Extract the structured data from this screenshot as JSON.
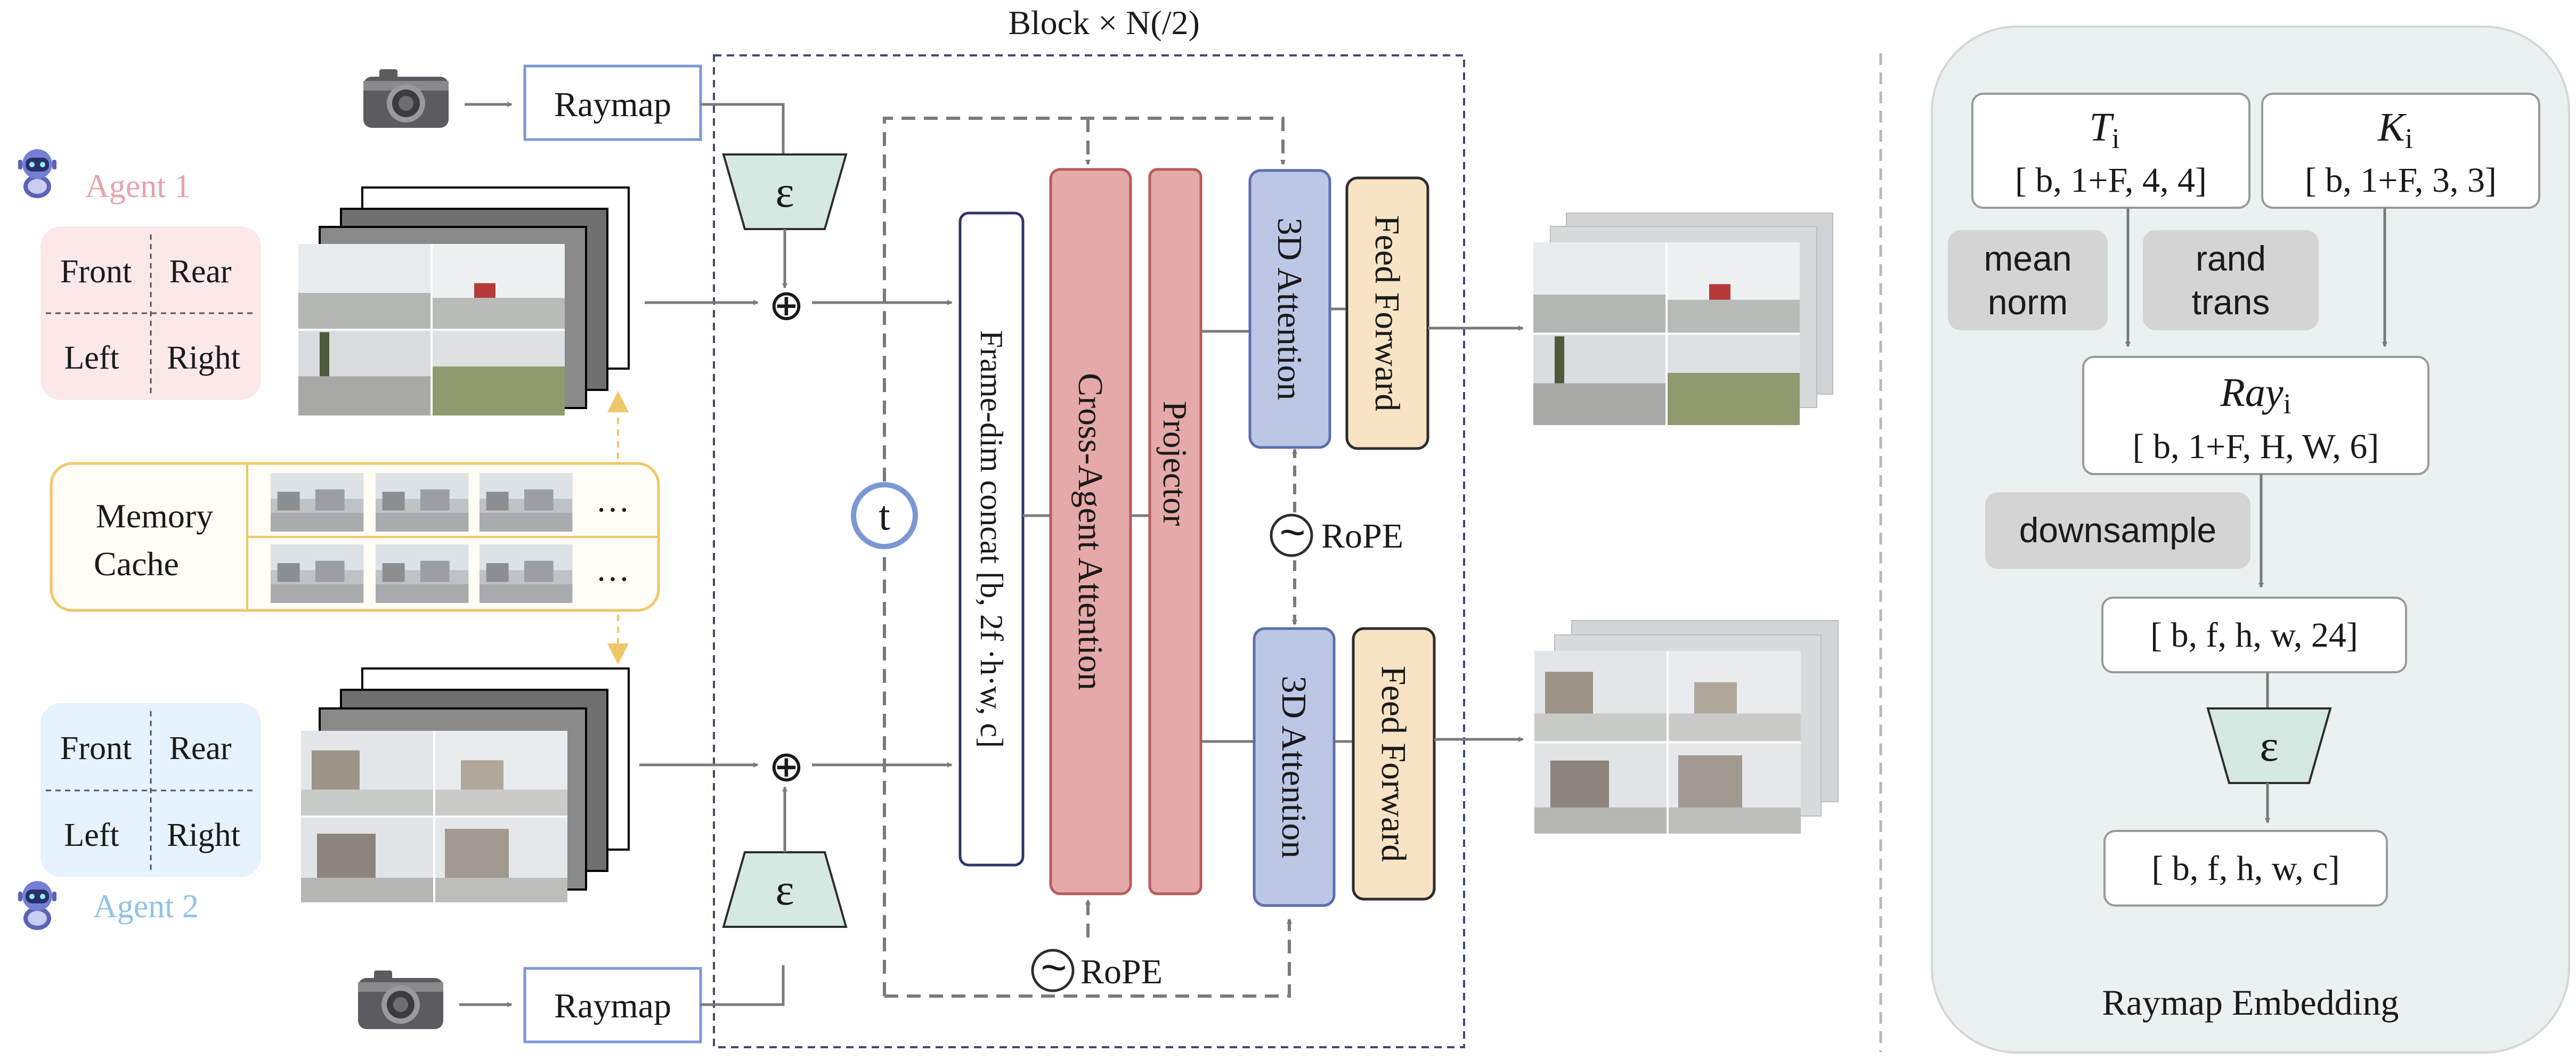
{
  "block_title": "Block × N(/2)",
  "agents": [
    {
      "label": "Agent 1",
      "color": "#e7a3a8",
      "views": [
        "Front",
        "Rear",
        "Left",
        "Right"
      ]
    },
    {
      "label": "Agent 2",
      "color": "#8fc3ec",
      "views": [
        "Front",
        "Rear",
        "Left",
        "Right"
      ]
    }
  ],
  "memory_cache": {
    "label_line1": "Memory",
    "label_line2": "Cache",
    "ellipsis": "…"
  },
  "raymap_label": "Raymap",
  "encoder_symbol": "ε",
  "timestep_symbol": "t",
  "plus_symbol": "⊕",
  "frame_concat": "Frame-dim concat   [b, 2f ·h·w, c]",
  "cross_agent_attention": "Cross-Agent Attention",
  "projector": "Projector",
  "attention_3d": "3D Attention",
  "feed_forward": "Feed Forward",
  "rope": "RoPE",
  "rope_symbol": "~",
  "raymap_embedding": {
    "title": "Raymap Embedding",
    "T_symbol": "T",
    "T_sub": "i",
    "T_shape": "[ b, 1+F, 4, 4]",
    "K_symbol": "K",
    "K_sub": "i",
    "K_shape": "[ b, 1+F, 3, 3]",
    "mean_norm_1": "mean",
    "mean_norm_2": "norm",
    "rand_trans_1": "rand",
    "rand_trans_2": "trans",
    "ray_symbol": "Ray",
    "ray_sub": "i",
    "ray_shape": "[ b, 1+F, H, W, 6]",
    "downsample": "downsample",
    "latent_shape": "[ b, f, h, w, 24]",
    "output_shape": "[ b, f, h, w, c]"
  },
  "colors": {
    "cross_agent_fill": "#e4a9a8",
    "cross_agent_stroke": "#b85a5c",
    "attention_fill": "#bcc7e6",
    "attention_stroke": "#5a6fae",
    "ff_fill": "#f8e3c4",
    "ff_stroke": "#2d2d2d",
    "encoder_fill": "#d5e9e2",
    "memory_stroke": "#f0c768",
    "raymap_stroke": "#7b97d4",
    "panel_fill": "#ebf1f0"
  }
}
